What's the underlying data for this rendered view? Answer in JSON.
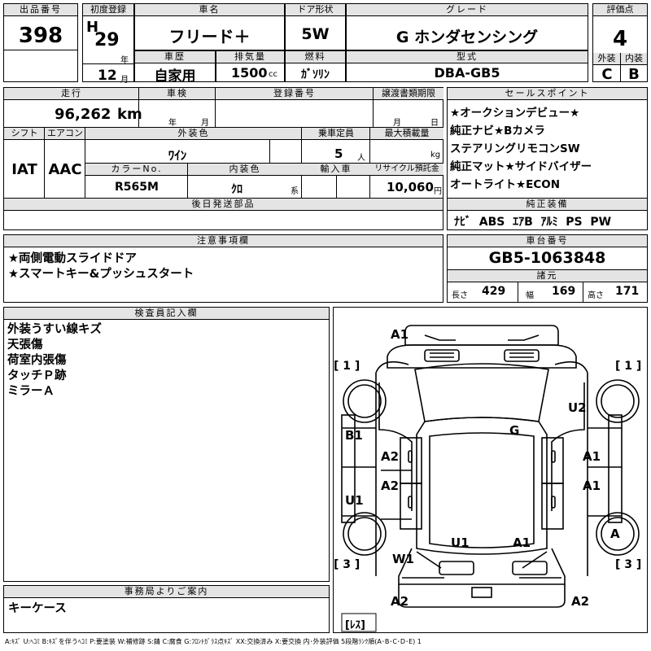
{
  "header": {
    "lot_label": "出品番号",
    "lot_number": "398",
    "first_reg_label": "初度登録",
    "era": "H",
    "year": "29",
    "year_unit": "年",
    "month": "12",
    "month_unit": "月",
    "car_name_label": "車名",
    "car_name": "フリード＋",
    "door_label": "ドア形状",
    "door": "5W",
    "grade_label": "グレード",
    "grade": "G ホンダセンシング",
    "score_label": "評価点",
    "score": "4",
    "history_label": "車歴",
    "history": "自家用",
    "displacement_label": "排気量",
    "displacement": "1500",
    "displacement_unit": "cc",
    "fuel_label": "燃料",
    "fuel": "ｶﾞｿﾘﾝ",
    "model_label": "型式",
    "model": "DBA-GB5",
    "exterior_label": "外装",
    "exterior_grade": "C",
    "interior_label": "内装",
    "interior_grade": "B"
  },
  "row2": {
    "mileage_label": "走行",
    "mileage": "96,262",
    "mileage_unit": "km",
    "inspection_label": "車検",
    "inspection_year_unit": "年",
    "inspection_month_unit": "月",
    "reg_number_label": "登録番号",
    "transfer_label": "譲渡書類期限",
    "transfer_month_unit": "月",
    "transfer_day_unit": "日",
    "shift_label": "シフト",
    "shift": "IAT",
    "ac_label": "エアコン",
    "ac": "AAC",
    "ext_color_label": "外装色",
    "ext_color": "ﾜｲﾝ",
    "seats_label": "乗車定員",
    "seats": "5",
    "seats_unit": "人",
    "max_load_label": "最大積載量",
    "max_load_unit": "kg",
    "color_no_label": "カラーNo.",
    "color_no": "R565M",
    "int_color_label": "内装色",
    "int_color": "ｸﾛ",
    "int_color_unit": "系",
    "import_label": "輸入車",
    "recycle_label": "リサイクル預託金",
    "recycle": "10,060",
    "recycle_unit": "円",
    "later_parts_label": "後日発送部品"
  },
  "sales": {
    "label": "セールスポイント",
    "lines": [
      "★オークションデビュー★",
      "純正ナビ★Bカメラ",
      "ステアリングリモコンSW",
      "純正マット★サイドバイザー",
      "オートライト★ECON"
    ]
  },
  "equipment": {
    "label": "純正装備",
    "items": [
      "ﾅﾋﾞ",
      "ABS",
      "ｴｱB",
      "ｱﾙﾐ",
      "PS",
      "PW"
    ]
  },
  "notes": {
    "label": "注意事項欄",
    "lines": [
      "★両側電動スライドドア",
      "★スマートキー&プッシュスタート"
    ]
  },
  "chassis": {
    "label": "車台番号",
    "number": "GB5-1063848",
    "dims_label": "諸元",
    "length_label": "長さ",
    "length": "429",
    "width_label": "幅",
    "width": "169",
    "height_label": "高さ",
    "height": "171"
  },
  "inspector": {
    "label": "検査員記入欄",
    "lines": [
      "外装うすい線キズ",
      "天張傷",
      "荷室内張傷",
      "タッチＰ跡",
      "ミラーＡ"
    ]
  },
  "office": {
    "label": "事務局よりご案内",
    "text": "キーケース"
  },
  "diagram": {
    "front_left_tag": "[ 1 ]",
    "front_right_tag": "[ 1 ]",
    "rear_left_tag": "[ 3 ]",
    "rear_right_tag": "[ 3 ]",
    "bottom_tag": "[ﾚｽ]",
    "marks": {
      "front_bumper": "A1",
      "hood": "G",
      "right_front_fender": "U2",
      "left_front_pillar": "B1",
      "left_front_door": "A2",
      "right_front_door": "A1",
      "left_rear_door": "A2",
      "right_rear_door": "A1",
      "left_quarter": "U1",
      "rear_left": "U1",
      "rear_right": "A1",
      "right_rear_wheel": "A",
      "left_rear_wheel": "W1",
      "rear_bumper_left": "A2",
      "rear_bumper_right": "A2"
    }
  },
  "legend": "A:ｷｽﾞ U:ﾍｺﾐ B:ｷｽﾞを伴うﾍｺﾐ P:要塗装 W:補修跡 S:錆 C:腐食 G:ﾌﾛﾝﾄｶﾞﾗｽ点ｷｽﾞ XX:交換済み X:要交換 内･外装評価 5段階ﾗﾝｸ順(A･B･C･D･E) 1"
}
